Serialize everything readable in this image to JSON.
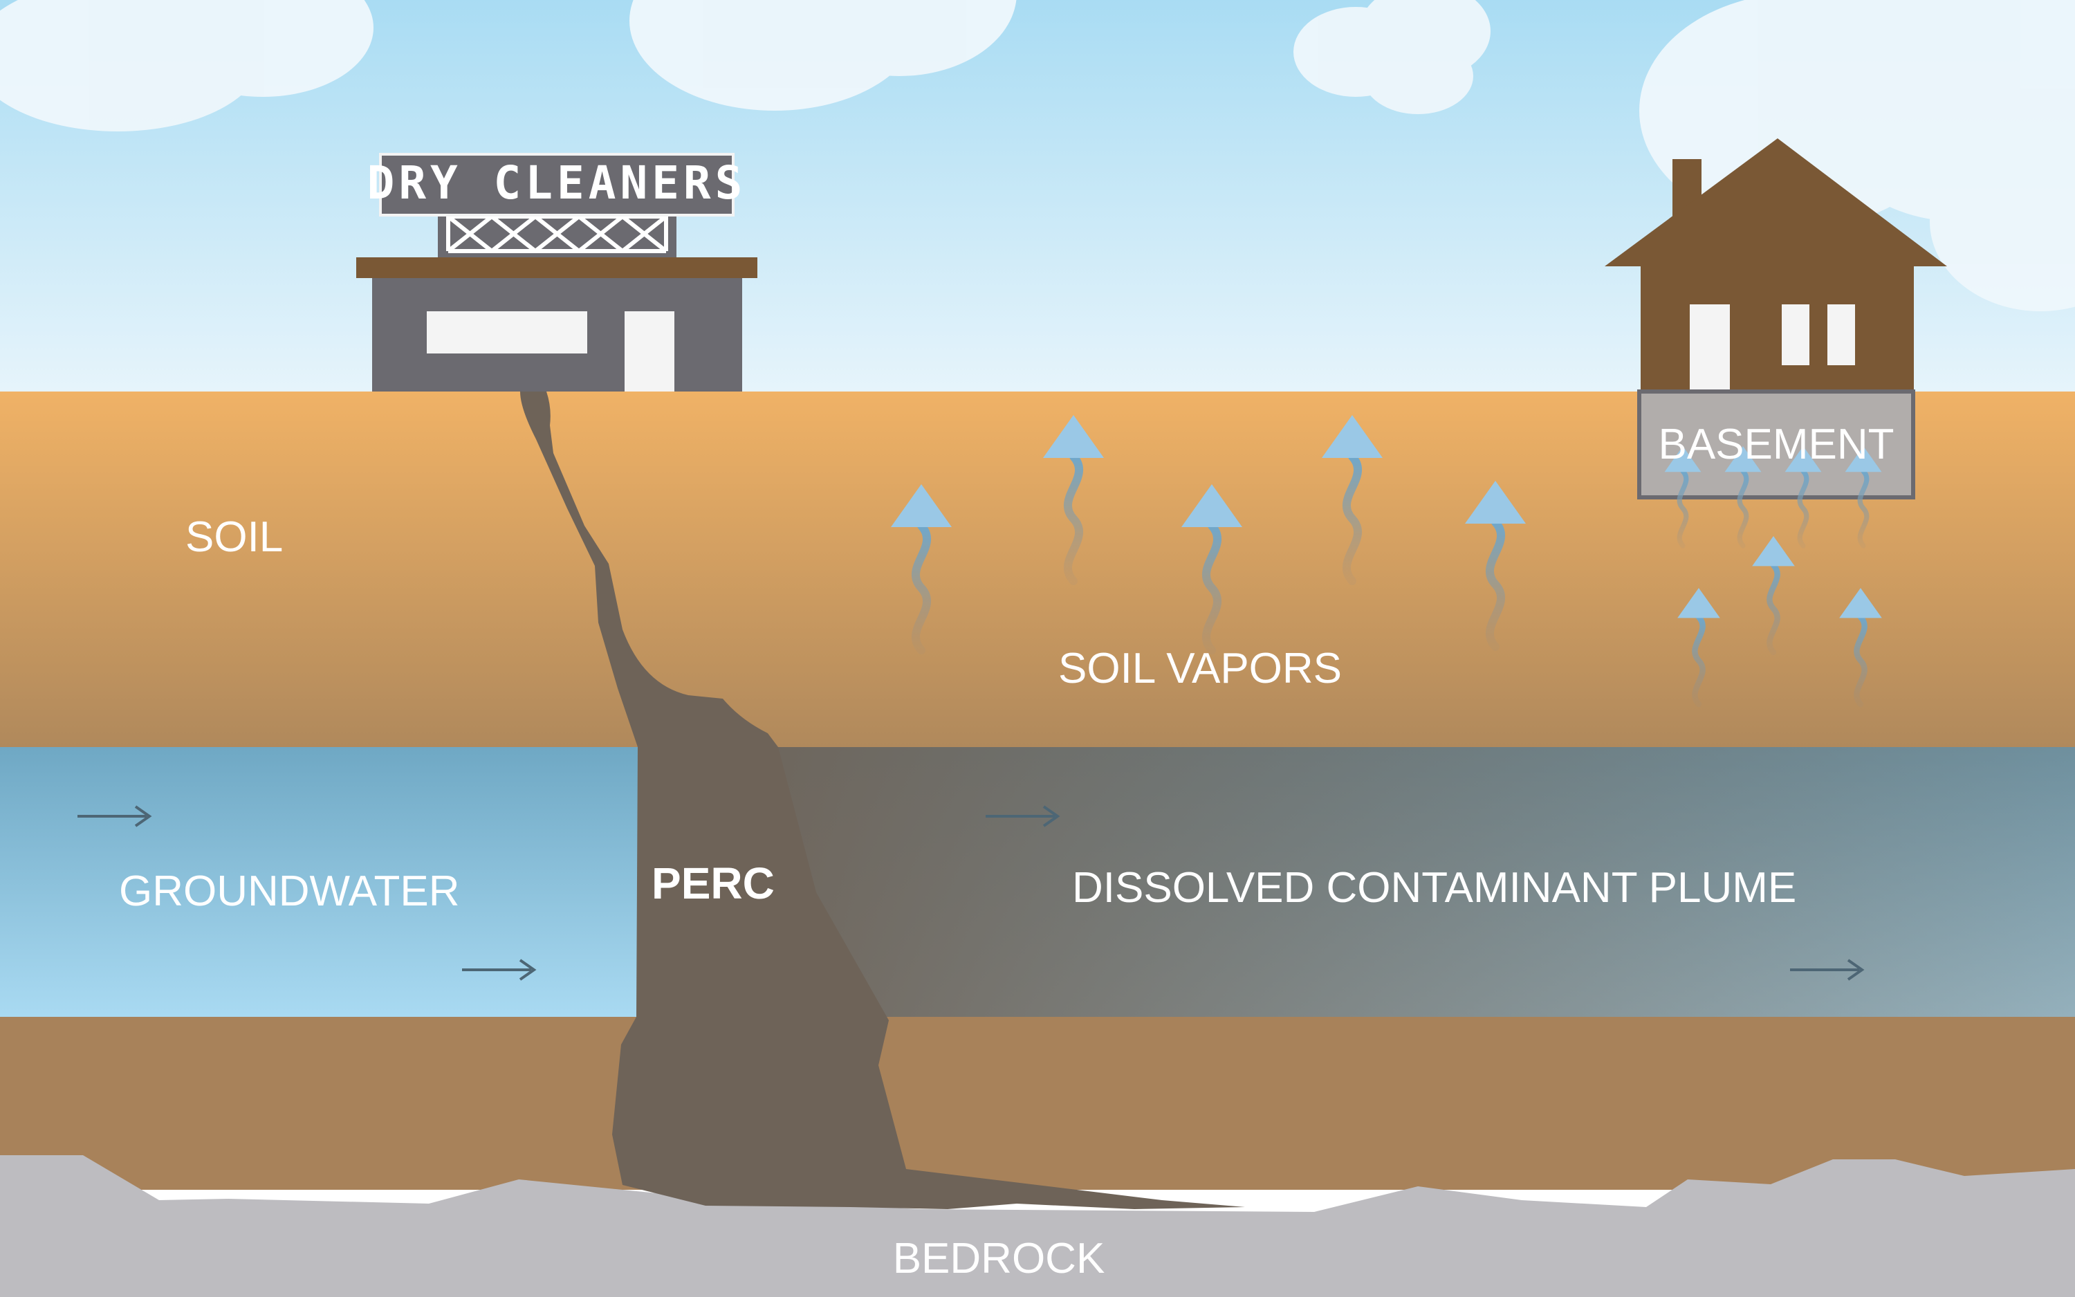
{
  "labels": {
    "sign": "DRY CLEANERS",
    "soil": "SOIL",
    "soil_vapors": "SOIL VAPORS",
    "basement": "BASEMENT",
    "groundwater": "GROUNDWATER",
    "perc": "PERC",
    "plume": "DISSOLVED CONTAMINANT PLUME",
    "bedrock": "BEDROCK"
  },
  "colors": {
    "sky_top": "#a9dcf3",
    "sky_bottom": "#e6f4fb",
    "soil_top": "#f0b266",
    "soil_bottom": "#a8825a",
    "groundwater": "#7fb8d6",
    "plume": "#6e6358",
    "perc": "#6e6358",
    "bedrock": "#bdbcc0",
    "building": "#6b6a70",
    "house": "#7a5835",
    "vapor": "#9ac8e6"
  },
  "icons": {
    "vapor": "vapor-arrow-icon",
    "flow": "flow-arrow-icon"
  }
}
